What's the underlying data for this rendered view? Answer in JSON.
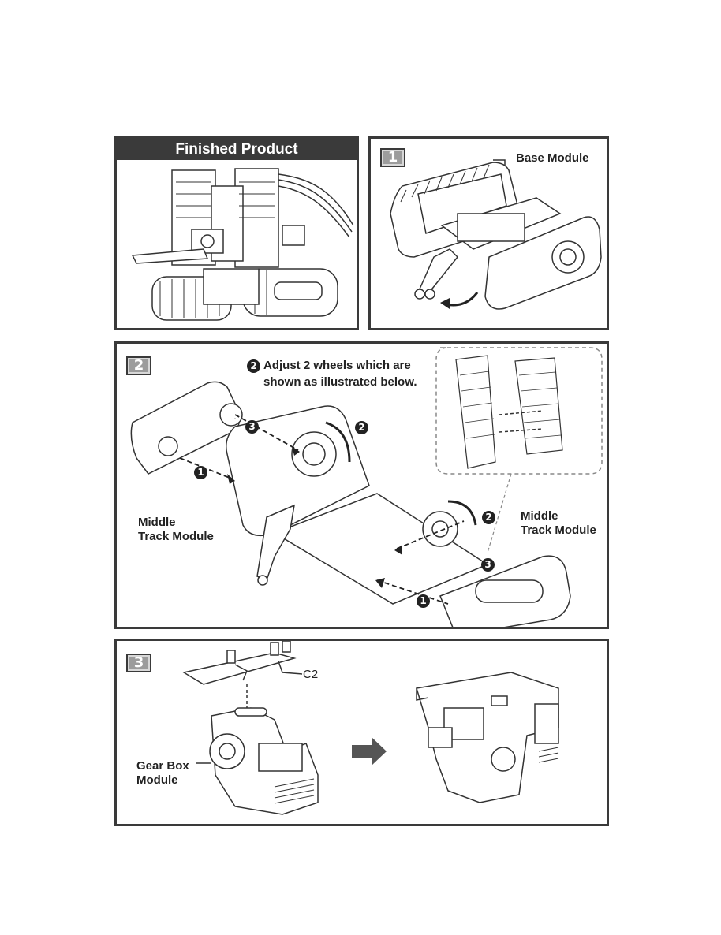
{
  "panels": {
    "finished": {
      "title": "Finished Product"
    },
    "step1": {
      "badge": "1",
      "base_label": "Base Module"
    },
    "step2": {
      "badge": "2",
      "note_number": "2",
      "note_line1": "Adjust 2 wheels which are",
      "note_line2": "shown as illustrated below.",
      "left_label_line1": "Middle",
      "left_label_line2": "Track Module",
      "right_label_line1": "Middle",
      "right_label_line2": "Track Module",
      "callouts": [
        "1",
        "2",
        "3",
        "1",
        "2",
        "3"
      ]
    },
    "step3": {
      "badge": "3",
      "part_label": "C2",
      "gearbox_line1": "Gear Box",
      "gearbox_line2": "Module"
    }
  },
  "icons": [
    "arrow-right-icon",
    "curved-arrow-icon"
  ],
  "colors": {
    "frame": "#3a3a3a",
    "badge": "#9c9c9c",
    "arrow": "#555555"
  }
}
